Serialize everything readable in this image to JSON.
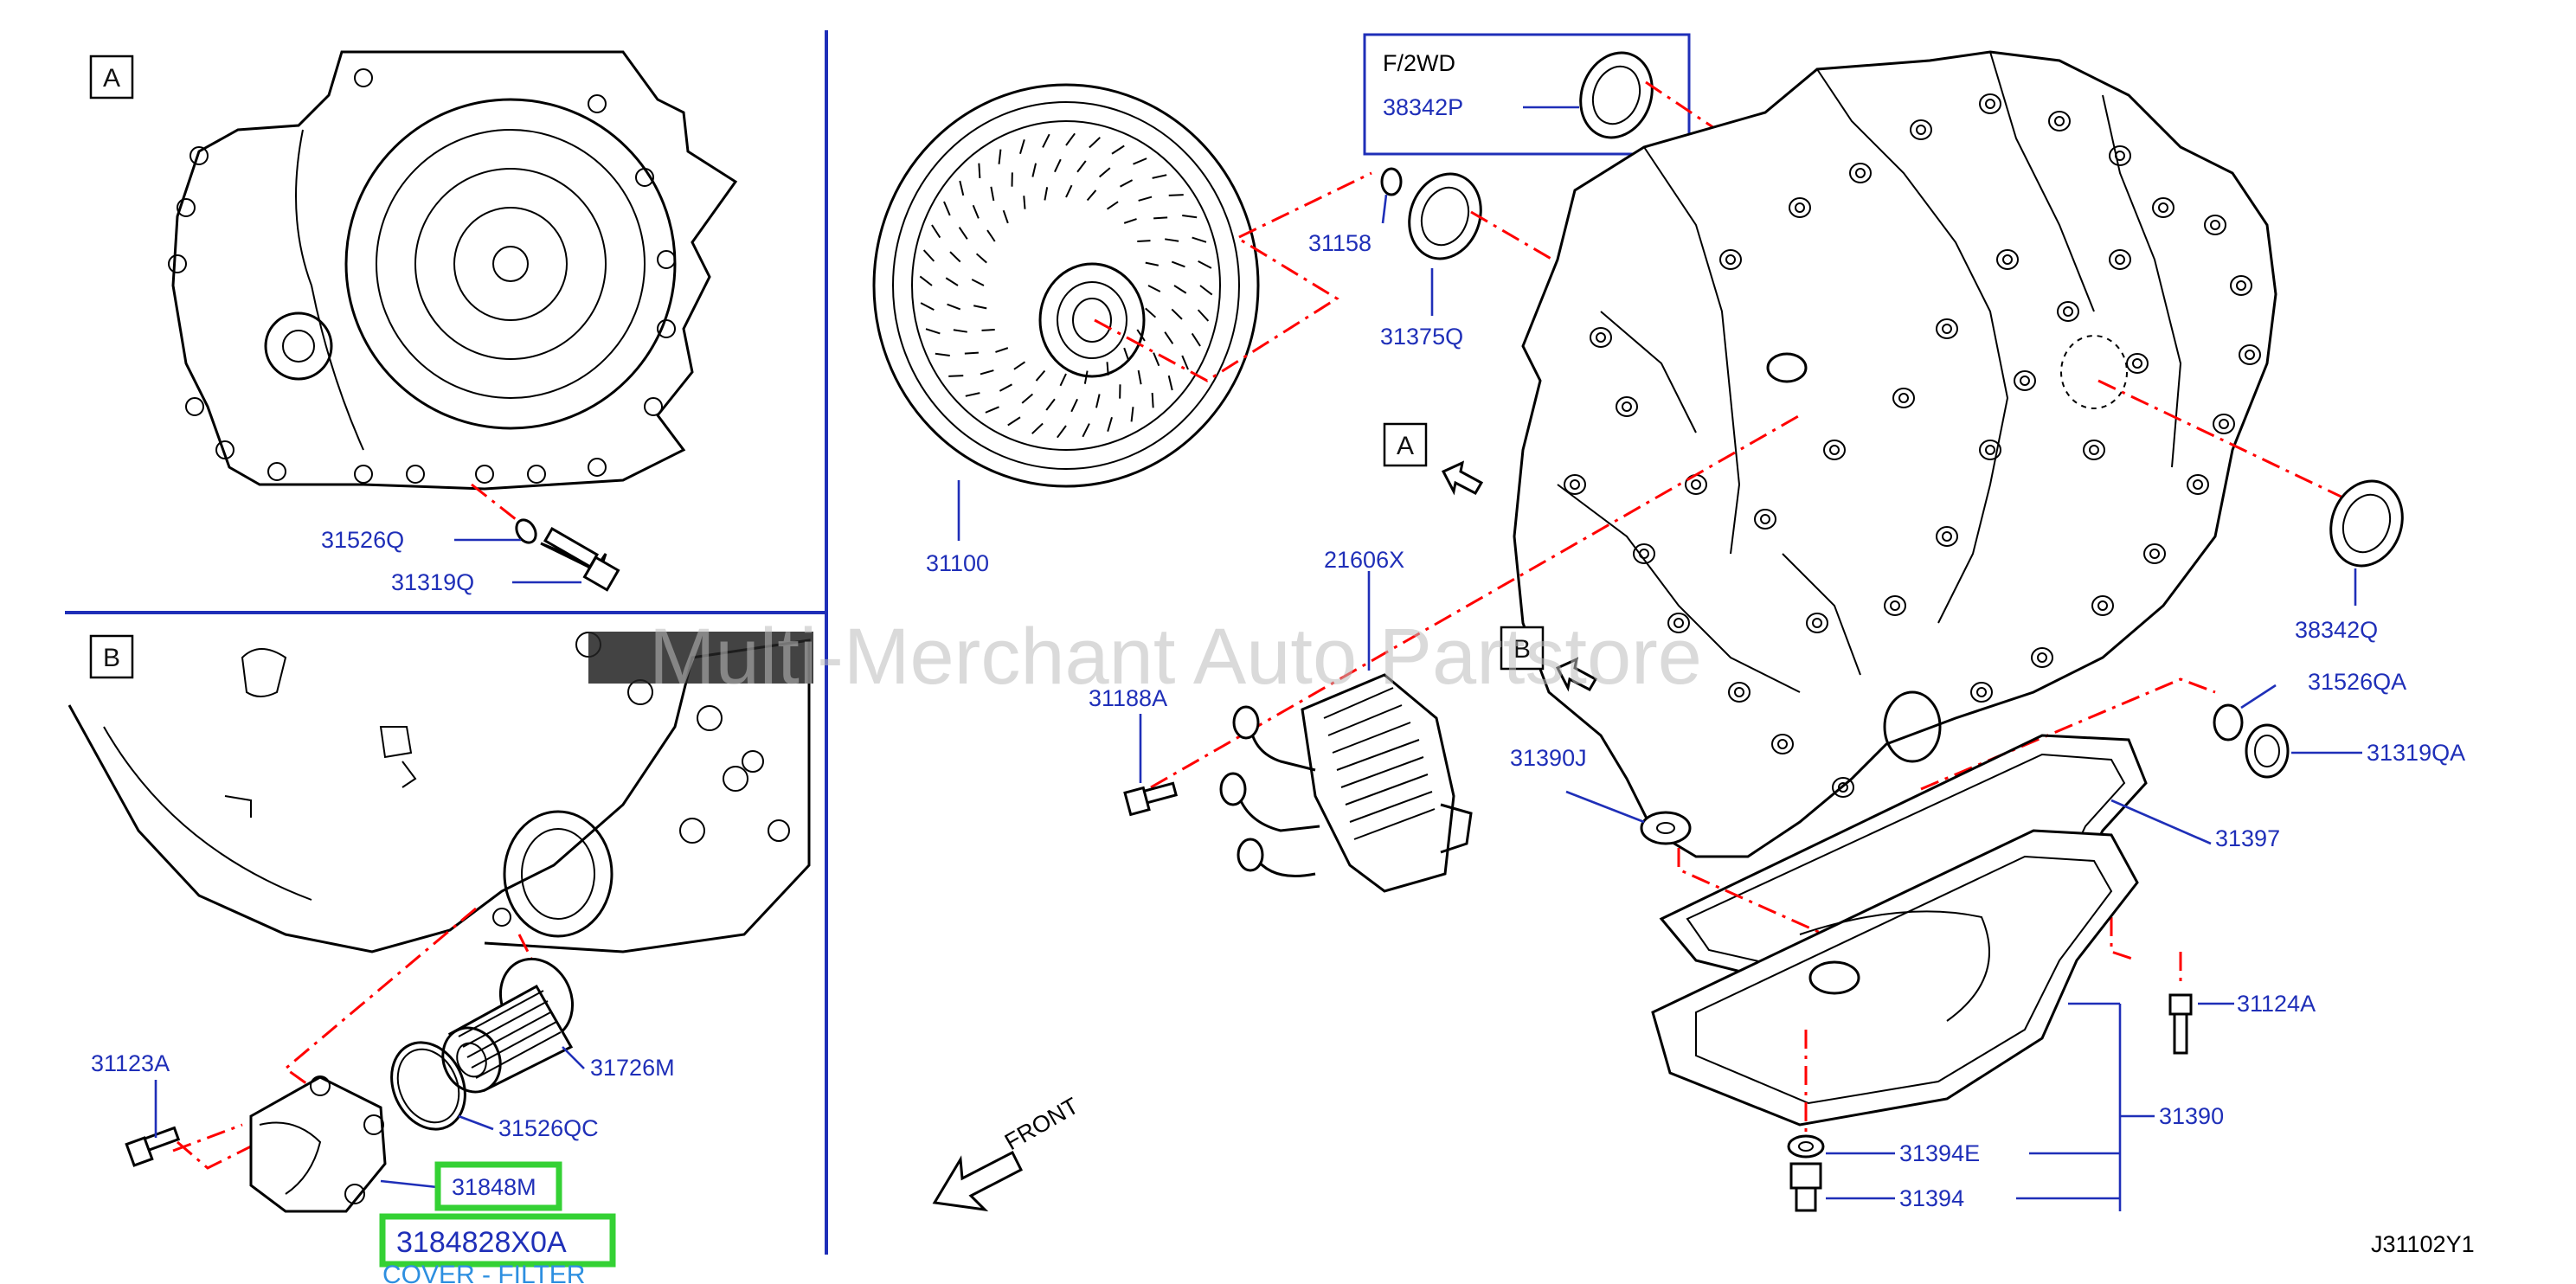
{
  "diagram_code": "J31102Y1",
  "watermark": "Multi-Merchant Auto Partstore",
  "front_label": "FRONT",
  "section_a": {
    "letter": "A"
  },
  "section_b": {
    "letter": "B"
  },
  "view_a_marker": "A",
  "view_b_marker": "B",
  "inset": {
    "label": "F/2WD",
    "part": "38342P"
  },
  "parts": {
    "p31526Q": "31526Q",
    "p31319Q": "31319Q",
    "p31100": "31100",
    "p31158": "31158",
    "p31375Q": "31375Q",
    "p38342Q": "38342Q",
    "p21606X": "21606X",
    "p31188A": "31188A",
    "p31390J": "31390J",
    "p31526QA": "31526QA",
    "p31319QA": "31319QA",
    "p31397": "31397",
    "p31124A": "31124A",
    "p31390": "31390",
    "p31394E": "31394E",
    "p31394": "31394",
    "p31123A": "31123A",
    "p31726M": "31726M",
    "p31526QC": "31526QC",
    "p31848M": "31848M"
  },
  "highlight": {
    "part_number": "3184828X0A",
    "description": "COVER - FILTER"
  }
}
